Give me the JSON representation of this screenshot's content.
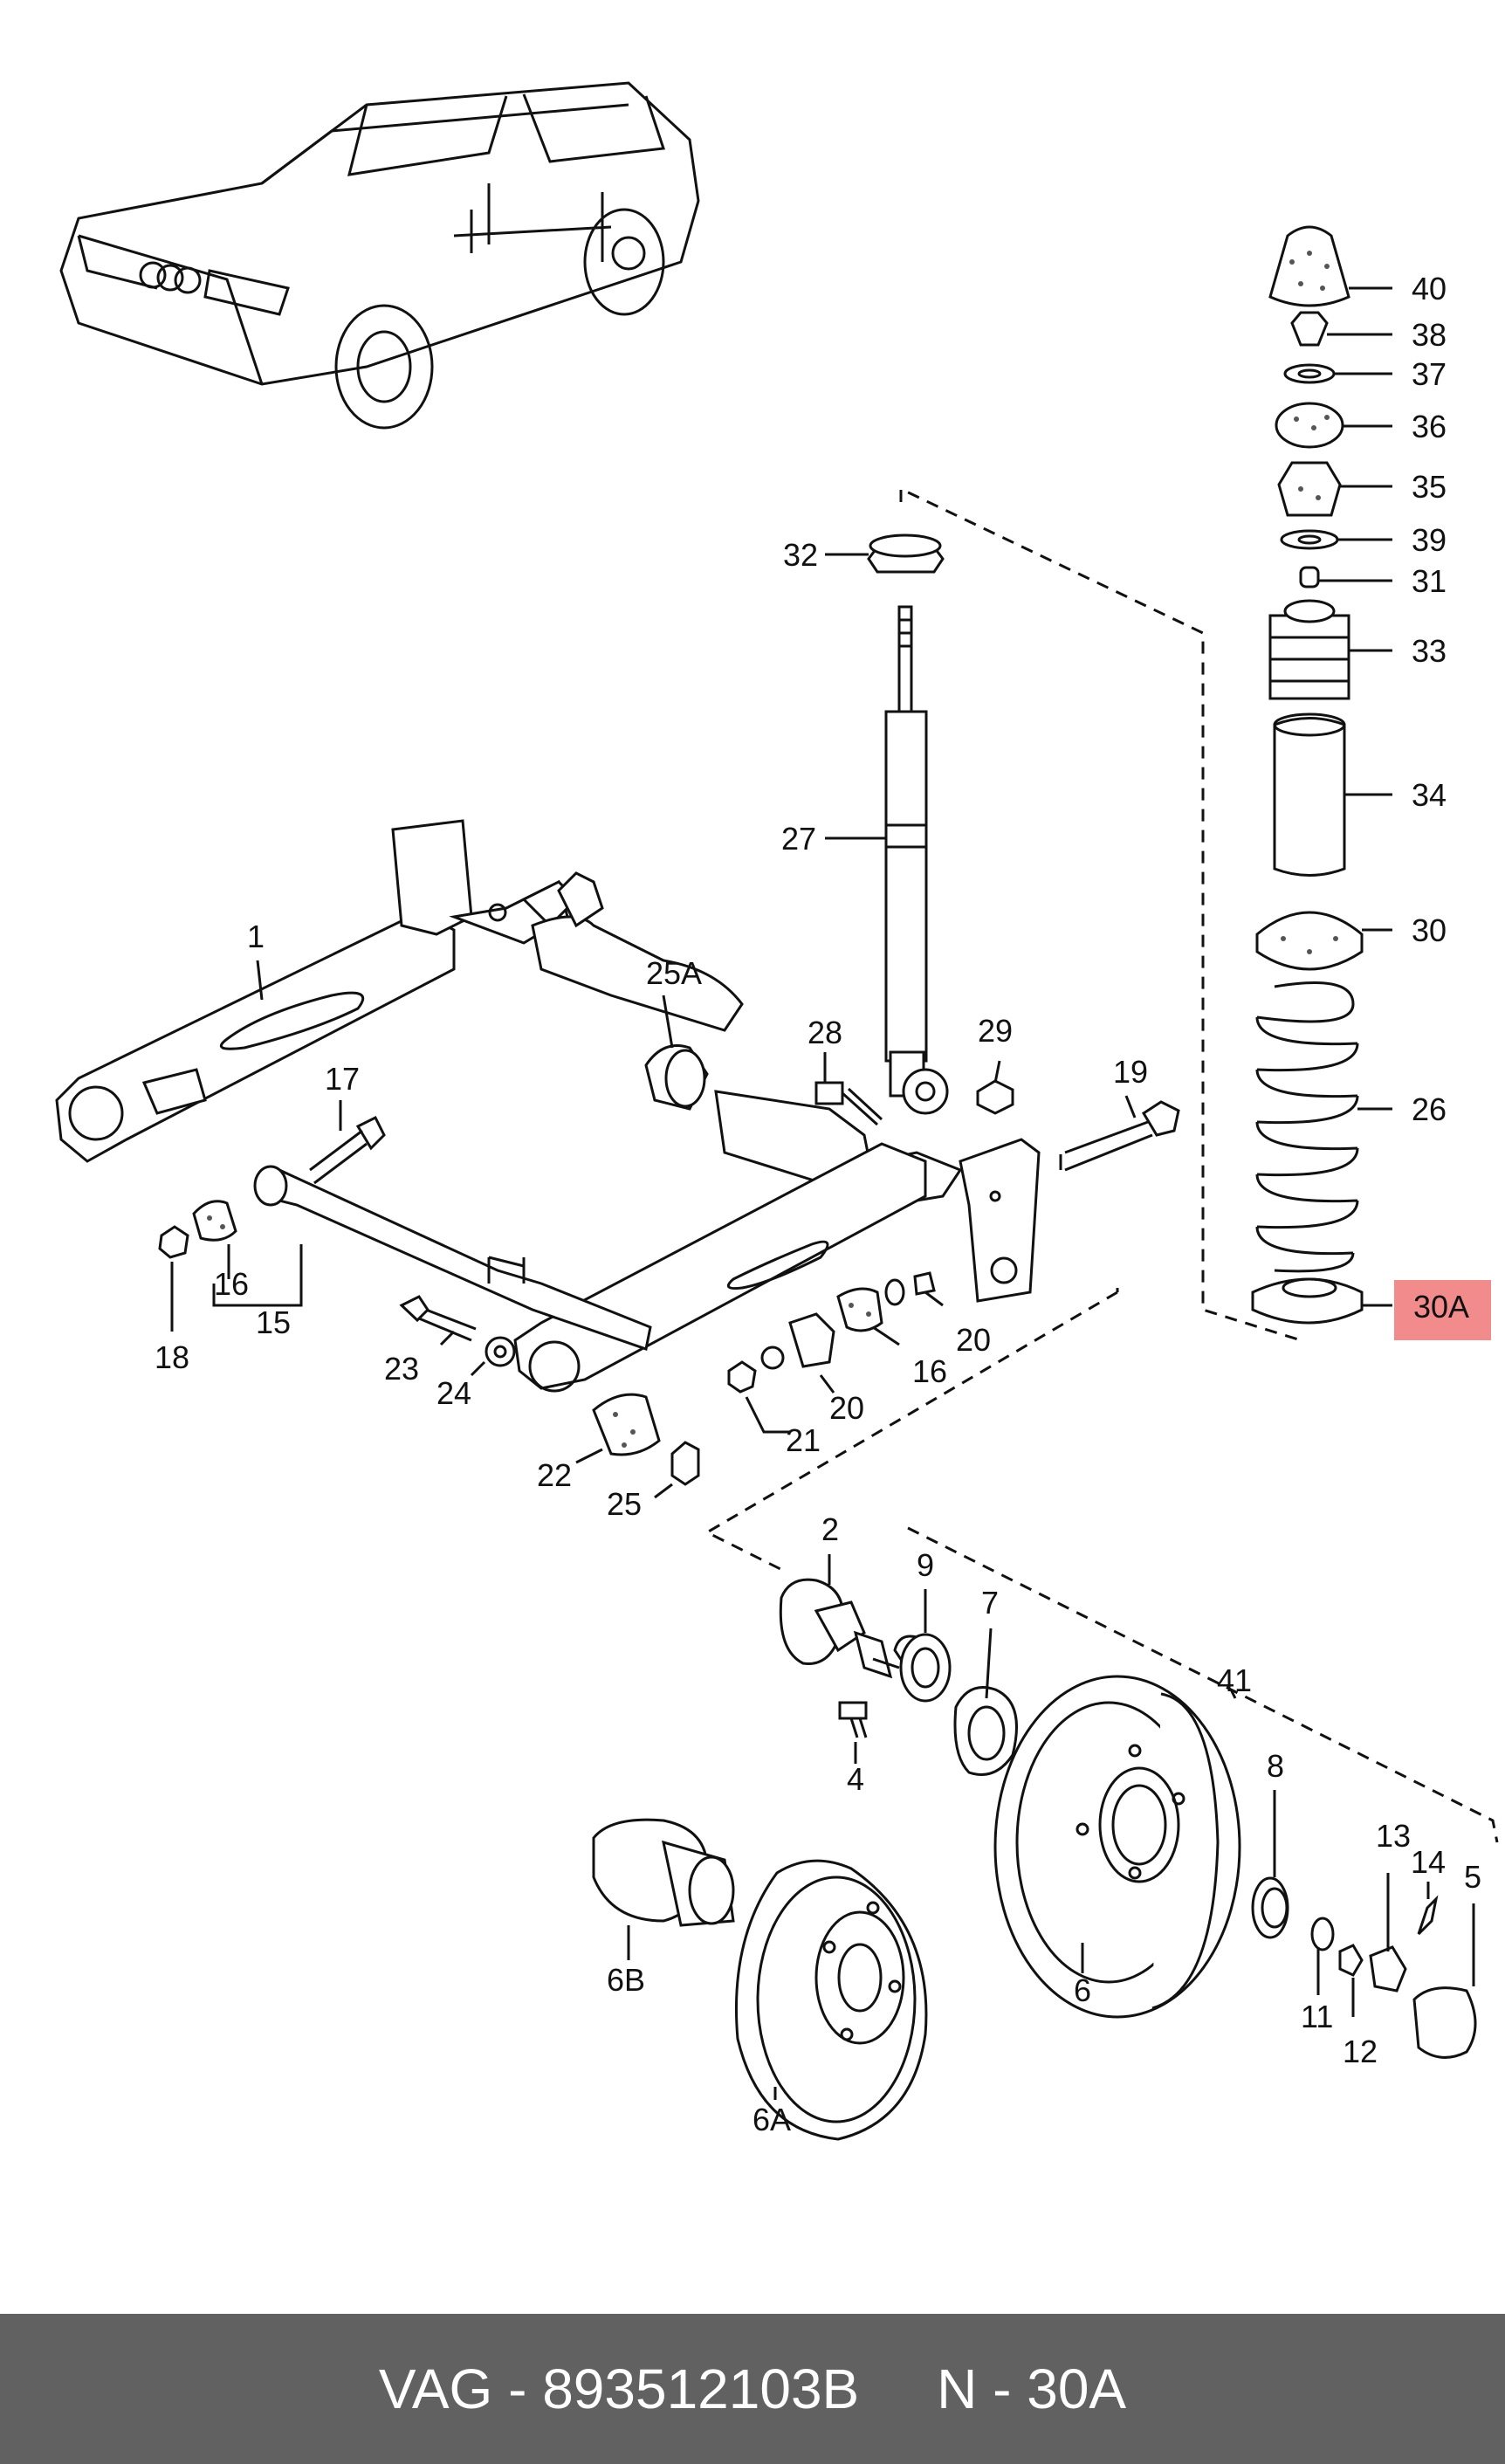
{
  "labels": {
    "l40": "40",
    "l38": "38",
    "l37": "37",
    "l36": "36",
    "l35": "35",
    "l39": "39",
    "l31": "31",
    "l33": "33",
    "l34": "34",
    "l30": "30",
    "l26": "26",
    "l30A": "30A",
    "l32": "32",
    "l27": "27",
    "l25A": "25A",
    "l28": "28",
    "l29": "29",
    "l19": "19",
    "l1": "1",
    "l17": "17",
    "l18": "18",
    "l16a": "16",
    "l15": "15",
    "l23": "23",
    "l24": "24",
    "l22": "22",
    "l25": "25",
    "l21": "21",
    "l20a": "20",
    "l20b": "20",
    "l16b": "16",
    "l2": "2",
    "l9": "9",
    "l7": "7",
    "l4": "4",
    "l41": "41",
    "l8": "8",
    "l13": "13",
    "l14": "14",
    "l5": "5",
    "l11": "11",
    "l12": "12",
    "l6": "6",
    "l6B": "6B",
    "l6A": "6A"
  },
  "highlight": {
    "label_key": "l30A",
    "color": "#f28b8b"
  },
  "footer": {
    "brand": "VAG",
    "part_number": "893512103B",
    "position": "N - 30A",
    "text": "VAG - 893512103B     N - 30A"
  },
  "colors": {
    "footer_bg": "#616161",
    "footer_text": "#ffffff",
    "line": "#111111"
  }
}
